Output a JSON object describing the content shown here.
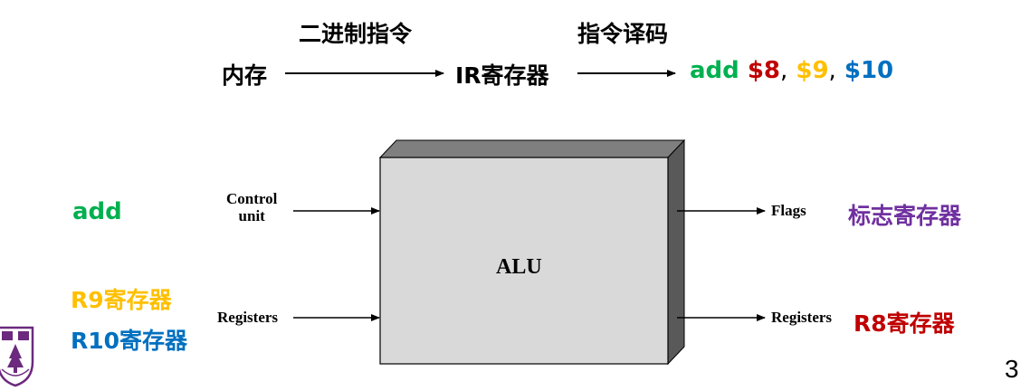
{
  "flow": {
    "label_binary": "二进制指令",
    "label_decode": "指令译码",
    "memory": "内存",
    "ir": "IR寄存器",
    "instruction": {
      "op": "add",
      "r1": "$8",
      "sep1": ",",
      "r2": "$9",
      "sep2": ",",
      "r3": "$10"
    }
  },
  "alu": {
    "title": "ALU",
    "input_control_line1": "Control",
    "input_control_line2": "unit",
    "input_registers": "Registers",
    "output_flags": "Flags",
    "output_registers": "Registers"
  },
  "annotations": {
    "add": "add",
    "r9": "R9寄存器",
    "r10": "R10寄存器",
    "flags_reg": "标志寄存器",
    "r8": "R8寄存器"
  },
  "page_number": "3",
  "colors": {
    "green": "#00b050",
    "red": "#c00000",
    "yellow": "#ffc000",
    "blue": "#0070c0",
    "purple": "#7030a0",
    "logo_purple": "#6b2a7d"
  }
}
